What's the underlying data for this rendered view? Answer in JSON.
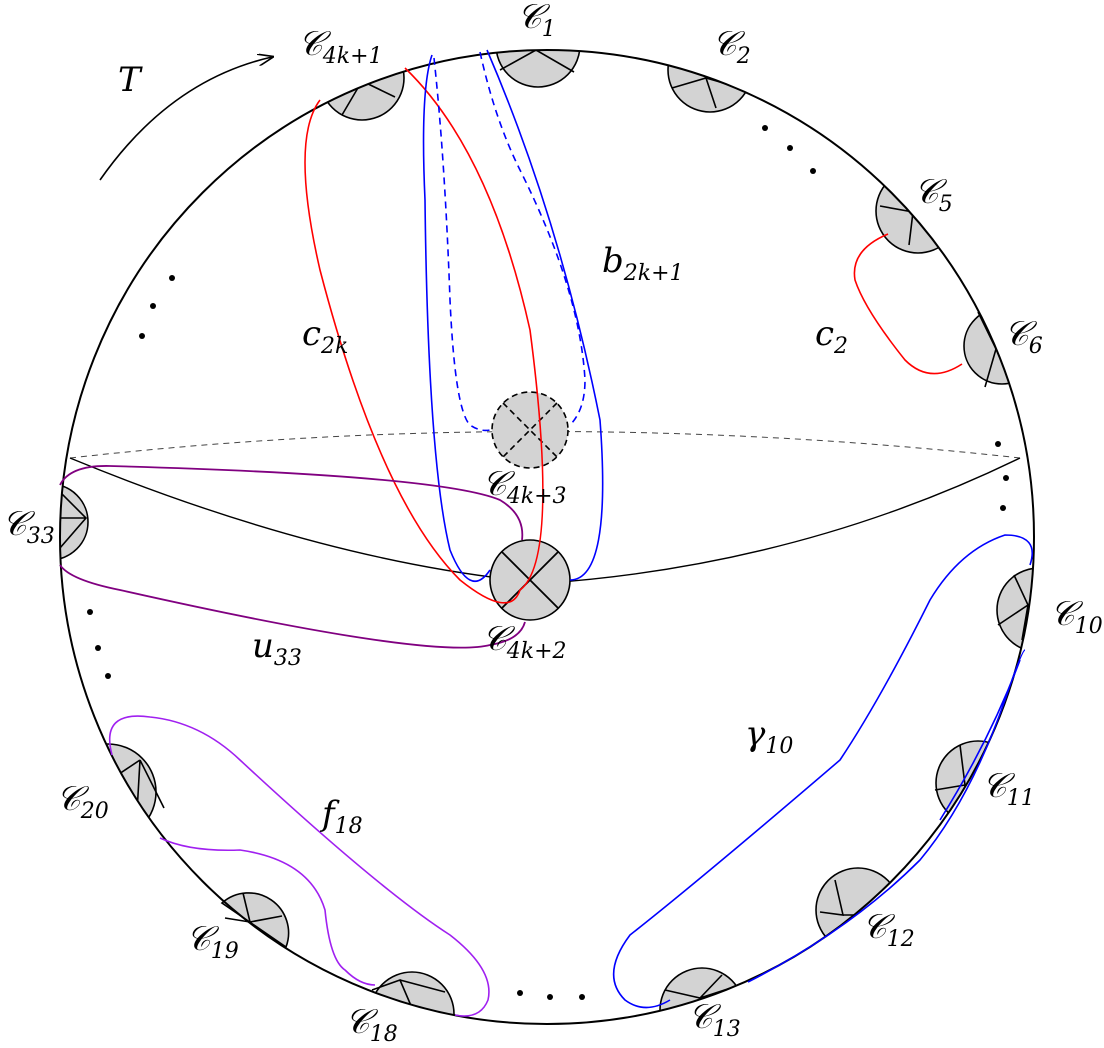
{
  "diagram": {
    "arrow_label": "T",
    "circle_labels": {
      "c1": {
        "base": "𝒞",
        "sub": "1"
      },
      "c2": {
        "base": "𝒞",
        "sub": "2"
      },
      "c5": {
        "base": "𝒞",
        "sub": "5"
      },
      "c6": {
        "base": "𝒞",
        "sub": "6"
      },
      "c10": {
        "base": "𝒞",
        "sub": "10"
      },
      "c11": {
        "base": "𝒞",
        "sub": "11"
      },
      "c12": {
        "base": "𝒞",
        "sub": "12"
      },
      "c13": {
        "base": "𝒞",
        "sub": "13"
      },
      "c18": {
        "base": "𝒞",
        "sub": "18"
      },
      "c19": {
        "base": "𝒞",
        "sub": "19"
      },
      "c20": {
        "base": "𝒞",
        "sub": "20"
      },
      "c33": {
        "base": "𝒞",
        "sub": "33"
      },
      "c4k1": {
        "base": "𝒞",
        "sub": "4k+1"
      },
      "c4k2": {
        "base": "𝒞",
        "sub": "4k+2"
      },
      "c4k3": {
        "base": "𝒞",
        "sub": "4k+3"
      }
    },
    "curve_labels": {
      "b2k1": {
        "base": "b",
        "sub": "2k+1"
      },
      "c2k": {
        "base": "c",
        "sub": "2k"
      },
      "c2": {
        "base": "c",
        "sub": "2"
      },
      "u33": {
        "base": "u",
        "sub": "33"
      },
      "gamma10": {
        "base": "γ",
        "sub": "10"
      },
      "f18": {
        "base": "f",
        "sub": "18"
      }
    },
    "colors": {
      "boundary": "#000000",
      "disk_fill": "#d3d3d3",
      "red_curve": "#ff0000",
      "blue_curve": "#0000ff",
      "purple_curve": "#800080",
      "violet_curve": "#a020f0"
    }
  }
}
